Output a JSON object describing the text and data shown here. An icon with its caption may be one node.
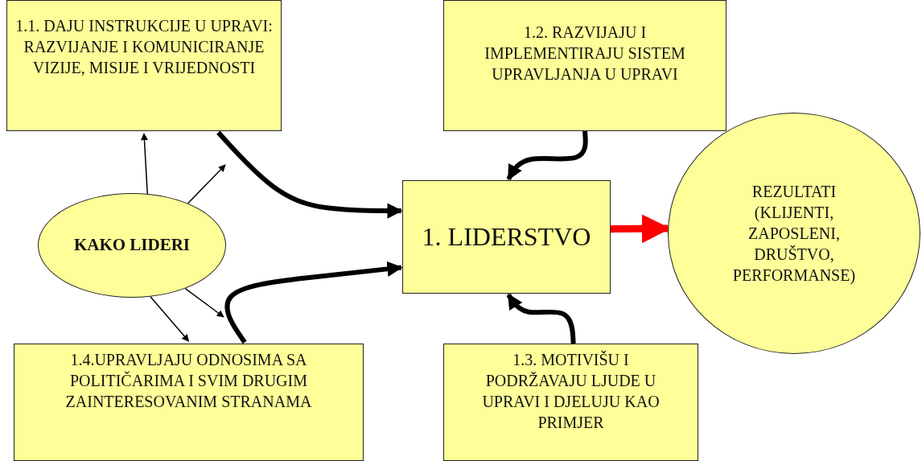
{
  "diagram": {
    "nodes": [
      {
        "text": [
          "1.1. DAJU INSTRUKCIJE U UPRAVI: RAZVIJANJE I KOMUNICIRANJE VIZIJE, MISIJE I VRIJEDNOSTI"
        ]
      },
      {
        "text": [
          "1.2. RAZVIJAJU I IMPLEMENTIRAJU SISTEM UPRAVLJANJA U UPRAVI"
        ]
      },
      {
        "text": [
          "KAKO LIDERI"
        ]
      },
      {
        "text": [
          "1. LIDERSTVO"
        ]
      },
      {
        "text": [
          "REZULTATI (KLIJENTI, ZAPOSLENI, DRUŠTVO, PERFORMANSE)"
        ]
      },
      {
        "text": [
          "1.4.UPRAVLJAJU ODNOSIMA SA POLITIČARIMA I SVIM DRUGIM ZAINTERESOVANIM STRANAMA"
        ]
      },
      {
        "text": [
          "1.3. MOTIVIŠU I PODRŽAVAJU LJUDE U UPRAVI I DJELUJU KAO PRIMJER"
        ]
      }
    ],
    "edges": [
      {
        "from": 2,
        "to": 0,
        "arrow": "to"
      },
      {
        "from": 2,
        "to": null,
        "arrow": "to"
      },
      {
        "from": 2,
        "to": 5,
        "arrow": "to"
      },
      {
        "from": 2,
        "to": null,
        "arrow": "to"
      },
      {
        "from": 0,
        "to": 3,
        "arrow": "to"
      },
      {
        "from": 5,
        "to": 3,
        "arrow": "to"
      },
      {
        "from": 1,
        "to": 3,
        "arrow": "to"
      },
      {
        "from": 6,
        "to": 3,
        "arrow": "to"
      },
      {
        "from": 3,
        "to": 4,
        "arrow": "to",
        "color": "#ff0000"
      }
    ]
  }
}
